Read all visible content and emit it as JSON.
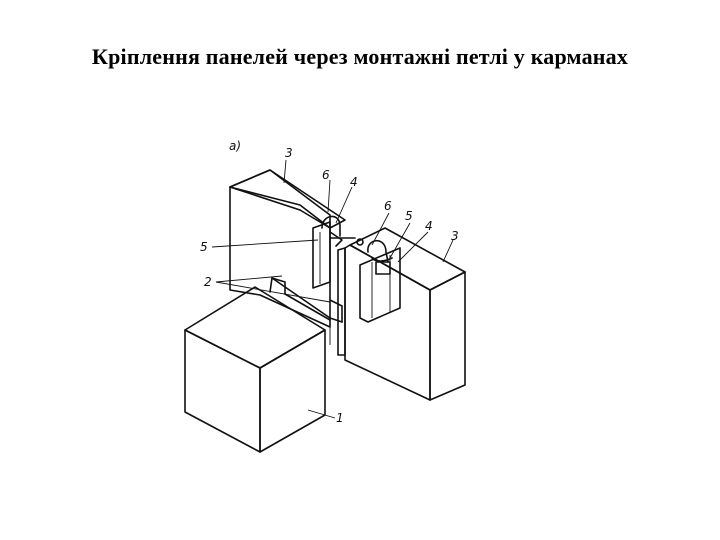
{
  "title": "Кріплення панелей через монтажні петлі у карманах",
  "figure": {
    "subfigure_label": "а)",
    "callouts": [
      "1",
      "2",
      "3",
      "3",
      "4",
      "4",
      "5",
      "5",
      "6",
      "6"
    ]
  }
}
